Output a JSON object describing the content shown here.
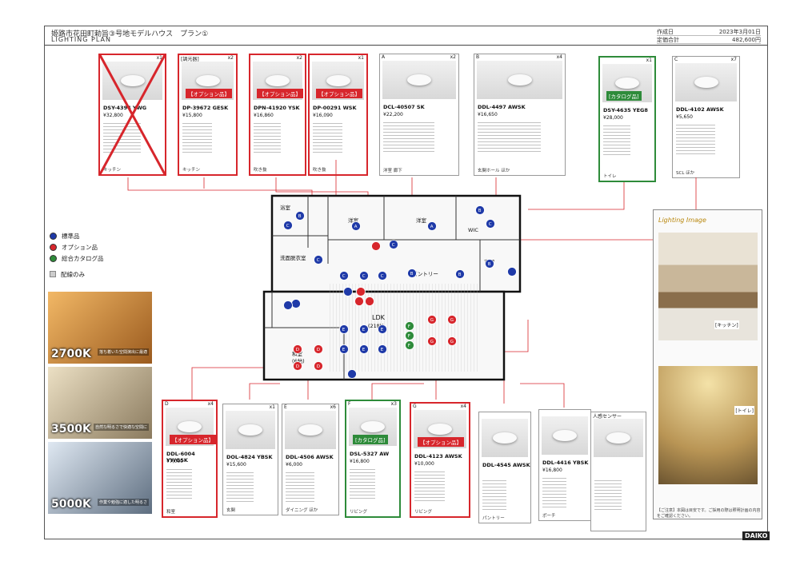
{
  "header": {
    "project": "姫路市花田町勅旨③号地モデルハウス　プラン①",
    "subtitle": "LIGHTING PLAN",
    "date_label": "作成日",
    "date_value": "2023年3月01日",
    "total_label": "定価合計",
    "total_value": "482,600円"
  },
  "legend": {
    "standard": "標準品",
    "option": "オプション品",
    "catalog": "総合カタログ品",
    "wiring": "配線のみ"
  },
  "colors": {
    "standard": "#1f3aa8",
    "option": "#d7262c",
    "catalog": "#2e8b3a"
  },
  "top_cards": [
    {
      "qty": "x1",
      "code": "DSY-4394 YWG",
      "price": "¥32,800",
      "room": "キッチン",
      "type": "opt",
      "crossed": true
    },
    {
      "lbl": "[調光器]",
      "qty": "x2",
      "code": "DP-39672 GESK",
      "price": "¥15,800",
      "room": "キッチン",
      "type": "opt",
      "badge": "【オプション品】"
    },
    {
      "qty": "x2",
      "code": "DPN-41920 YSK",
      "price": "¥16,860",
      "room": "吹き抜",
      "type": "opt",
      "badge": "【オプション品】"
    },
    {
      "qty": "x1",
      "code": "DP-00291 WSK",
      "price": "¥16,090",
      "room": "吹き抜",
      "type": "opt",
      "badge": "【オプション品】"
    },
    {
      "lbl": "A",
      "qty": "x2",
      "code": "DCL-40507 SK",
      "price": "¥22,200",
      "room": "洋室 廊下",
      "type": "std"
    },
    {
      "lbl": "B",
      "qty": "x4",
      "code": "DDL-4497 AWSK",
      "price": "¥16,650",
      "room": "玄関ホール ほか",
      "type": "std"
    },
    {
      "qty": "x1",
      "code": "DSY-4635 YEG8",
      "price": "¥28,000",
      "room": "トイレ",
      "type": "cat",
      "badge": "[カタログ品]"
    },
    {
      "lbl": "C",
      "qty": "x7",
      "code": "DDL-4102 AWSK",
      "price": "¥5,650",
      "room": "SCL ほか",
      "type": "std"
    }
  ],
  "bottom_cards": [
    {
      "lbl": "D",
      "qty": "x4",
      "code": "DDL-6004 YWGSK",
      "price": "¥7,000",
      "room": "和室",
      "type": "opt",
      "badge": "【オプション品】"
    },
    {
      "qty": "x1",
      "code": "DOL-4824 YBSK",
      "price": "¥15,600",
      "room": "玄関",
      "type": "std"
    },
    {
      "lbl": "E",
      "qty": "x6",
      "code": "DDL-4506 AWSK",
      "price": "¥6,000",
      "room": "ダイニング ほか",
      "type": "std"
    },
    {
      "lbl": "F",
      "qty": "x3",
      "code": "DSL-5327 AW",
      "price": "¥16,800",
      "room": "リビング",
      "type": "cat",
      "badge": "[カタログ品]"
    },
    {
      "lbl": "G",
      "qty": "x4",
      "code": "DDL-4123 AWSK",
      "price": "¥10,000",
      "room": "リビング",
      "type": "opt",
      "badge": "【オプション品】"
    },
    {
      "qty": "",
      "code": "DDL-4545 AWSK",
      "price": "",
      "room": "パントリー",
      "type": "std"
    },
    {
      "qty": "",
      "code": "DDL-4416 YBSK",
      "price": "¥16,800",
      "room": "ポーチ",
      "type": "std"
    },
    {
      "qty": "",
      "code": "",
      "price": "",
      "room": "",
      "type": "std",
      "lbl": "人感センサー"
    }
  ],
  "color_temps": [
    {
      "k": "2700K",
      "cap": "落ち着いた空間演出に最適"
    },
    {
      "k": "3500K",
      "cap": "自然な明るさで快適な空間に"
    },
    {
      "k": "5000K",
      "cap": "作業や勉強に適した明るさ"
    }
  ],
  "lighting_image": {
    "title": "Lighting Image",
    "label1": "[キッチン]",
    "label2": "[トイレ]",
    "note": "【ご注意】本図は目安です。ご採用の際は照明計画の内容をご確認ください。"
  },
  "floor": {
    "rooms": [
      "浴室",
      "洗面脱衣室",
      "洋室",
      "洋室",
      "LDK",
      "和室",
      "玄関",
      "WIC",
      "パントリー"
    ],
    "ldk_size": "(21帖)",
    "washitsu_size": "(6帖)"
  },
  "logo": "DAIKO"
}
